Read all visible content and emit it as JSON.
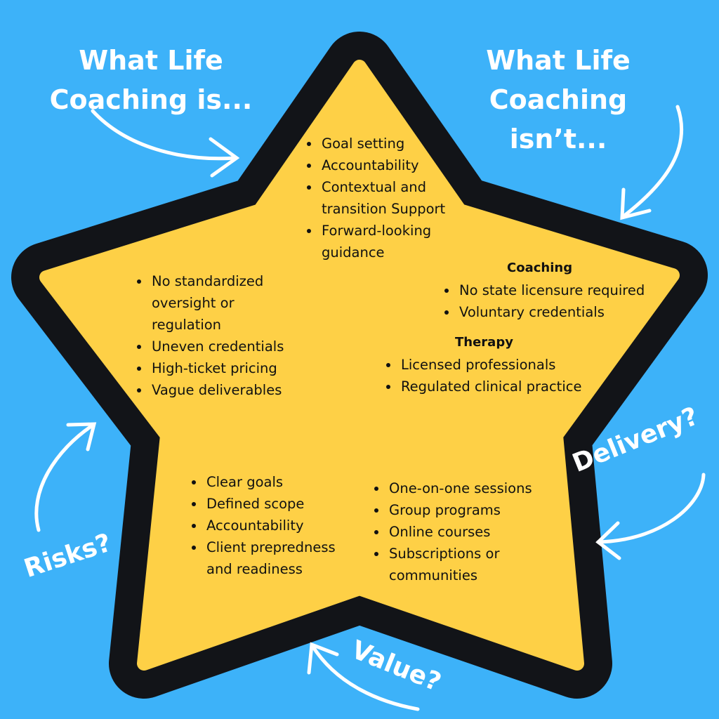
{
  "colors": {
    "background": "#3db2f9",
    "star_fill": "#fed046",
    "star_border": "#121418",
    "text": "#111111",
    "headings": "#ffffff"
  },
  "headings": {
    "is": "What Life Coaching is...",
    "isnt": "What Life Coaching isn’t..."
  },
  "tags": {
    "delivery": "Delivery?",
    "risks": "Risks?",
    "value": "Value?"
  },
  "is_list": [
    "Goal setting",
    "Accountability",
    "Contextual and transition Support",
    "Forward-looking guidance"
  ],
  "risks_list": [
    "No standardized oversight or regulation",
    "Uneven credentials",
    "High-ticket pricing",
    "Vague deliverables"
  ],
  "isnt": {
    "coaching_title": "Coaching",
    "coaching_list": [
      "No state licensure required",
      "Voluntary credentials"
    ],
    "therapy_title": "Therapy",
    "therapy_list": [
      "Licensed professionals",
      "Regulated clinical practice"
    ]
  },
  "value_list": [
    "Clear goals",
    "Defined scope",
    "Accountability",
    "Client prepredness and readiness"
  ],
  "delivery_list": [
    "One-on-one sessions",
    "Group programs",
    "Online courses",
    "Subscriptions or communities"
  ]
}
